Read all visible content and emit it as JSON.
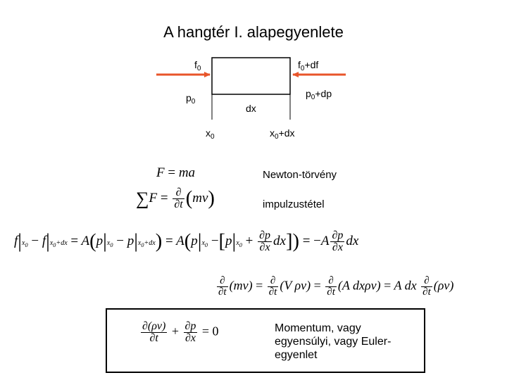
{
  "title": "A hangtér I. alapegyenlete",
  "labels": {
    "f0": {
      "main": "f",
      "sub": "0",
      "rest": ""
    },
    "f0df": {
      "main": "f",
      "sub": "0",
      "rest": "+df"
    },
    "p0": {
      "main": "p",
      "sub": "0",
      "rest": ""
    },
    "p0dp": {
      "main": "p",
      "sub": "0",
      "rest": "+dp"
    },
    "dx": "dx",
    "x0": {
      "main": "x",
      "sub": "0",
      "rest": ""
    },
    "x0dx": {
      "main": "x",
      "sub": "0",
      "rest": "+dx"
    }
  },
  "descriptions": {
    "newton": "Newton-törvény",
    "impulse": "impulzustétel"
  },
  "box_note": {
    "line1": "Momentum, vagy",
    "line2": "egyensúlyi, vagy Euler-",
    "line3": "egyenlet"
  },
  "colors": {
    "arrow": "#e8552a",
    "box": "#000000"
  }
}
